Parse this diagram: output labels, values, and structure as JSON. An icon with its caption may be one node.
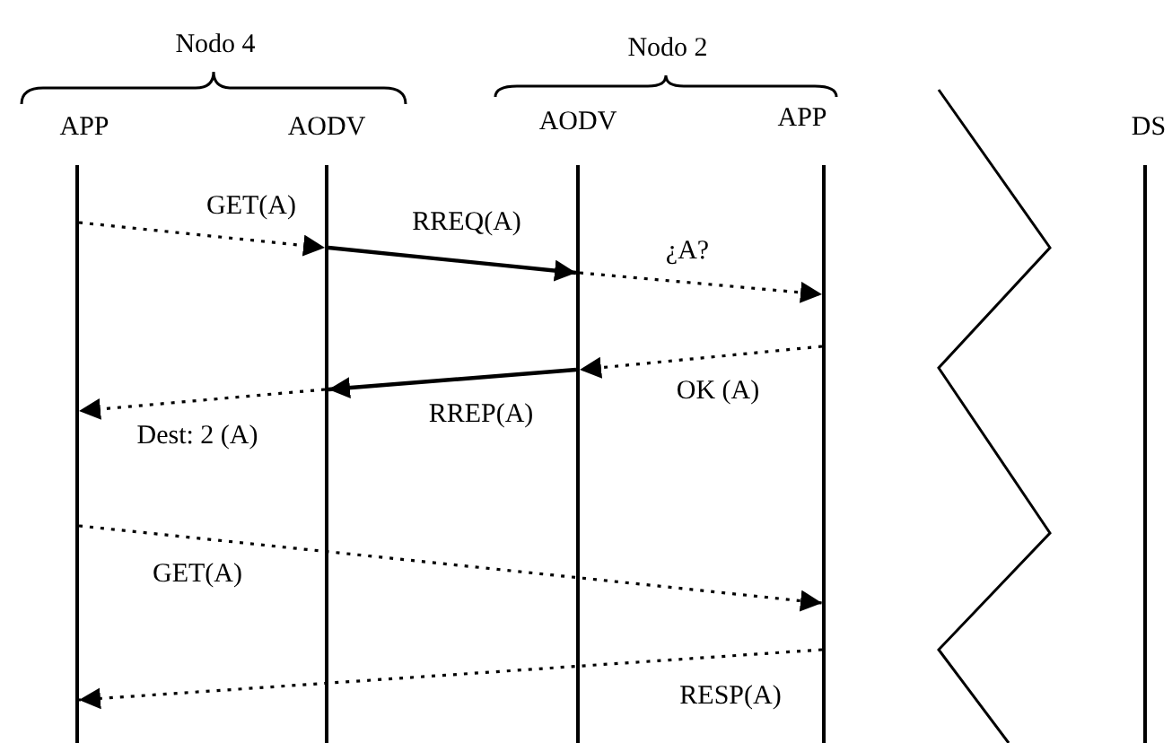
{
  "diagram": {
    "nodes": [
      {
        "text": [],
        "shape": "bar",
        "beside": [
          "APP"
        ]
      },
      {
        "text": [],
        "shape": "bar",
        "beside": [
          "AODV"
        ]
      },
      {
        "text": [],
        "shape": "bar",
        "beside": [
          "AODV"
        ]
      },
      {
        "text": [],
        "shape": "bar",
        "beside": [
          "APP"
        ]
      },
      {
        "text": [],
        "shape": "bar",
        "beside": [
          "DS"
        ]
      }
    ],
    "edges": [
      {
        "from": 0,
        "to": 1,
        "arrow": "to",
        "label": "GET(A)",
        "style": "dashed"
      },
      {
        "from": 1,
        "to": 2,
        "arrow": "to",
        "label": "RREQ(A)"
      },
      {
        "from": 2,
        "to": 3,
        "arrow": "to",
        "label": "¿A?",
        "style": "dashed"
      },
      {
        "from": 3,
        "to": 2,
        "arrow": "to",
        "label": "OK (A)",
        "style": "dashed"
      },
      {
        "from": 2,
        "to": 1,
        "arrow": "to",
        "label": "RREP(A)"
      },
      {
        "from": 1,
        "to": 0,
        "arrow": "to",
        "label": "Dest: 2 (A)",
        "style": "dashed"
      },
      {
        "from": 0,
        "to": 3,
        "arrow": "to",
        "label": "GET(A)",
        "style": "dashed"
      },
      {
        "from": 3,
        "to": 0,
        "arrow": "to",
        "label": "RESP(A)",
        "style": "dashed"
      }
    ],
    "labels": [
      "Nodo 4",
      "Nodo 2"
    ]
  }
}
